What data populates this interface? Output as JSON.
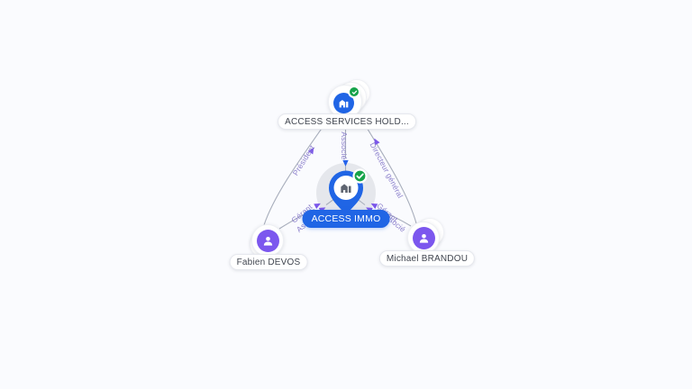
{
  "colors": {
    "background": "#fafbfe",
    "edge": "#a8aebc",
    "edge_label": "#8a7ecb",
    "arrow_purple": "#7b57ea",
    "arrow_blue": "#2563eb",
    "company_blue": "#2065e5",
    "person_purple": "#7c57ee",
    "verified_green": "#17a34a",
    "selected_pill_bg": "#2065e5",
    "pill_text": "#40454f"
  },
  "nodes": {
    "holding": {
      "label": "ACCESS SERVICES HOLD...",
      "type": "company",
      "verified": true
    },
    "immo": {
      "label": "ACCESS IMMO",
      "type": "company",
      "verified": true,
      "selected": true
    },
    "fabien": {
      "label": "Fabien DEVOS",
      "type": "person"
    },
    "michael": {
      "label": "Michael BRANDOU",
      "type": "person"
    }
  },
  "relations": {
    "president": {
      "label": "Président",
      "from": "Fabien DEVOS",
      "to": "ACCESS SERVICES HOLD..."
    },
    "associe_holding": {
      "label": "Associé",
      "from": "ACCESS SERVICES HOLD...",
      "to": "ACCESS IMMO"
    },
    "directeur_general": {
      "label": "Directeur général",
      "from": "Michael BRANDOU",
      "to": "ACCESS SERVICES HOLD..."
    },
    "gerant_fabien": {
      "label": "Gérant",
      "from": "Fabien DEVOS",
      "to": "ACCESS IMMO"
    },
    "associe_fabien": {
      "label": "Associé",
      "from": "Fabien DEVOS",
      "to": "ACCESS IMMO"
    },
    "gerant_michael": {
      "label": "Gérant",
      "from": "Michael BRANDOU",
      "to": "ACCESS IMMO"
    },
    "associe_michael": {
      "label": "Associé",
      "from": "Michael BRANDOU",
      "to": "ACCESS IMMO"
    }
  }
}
